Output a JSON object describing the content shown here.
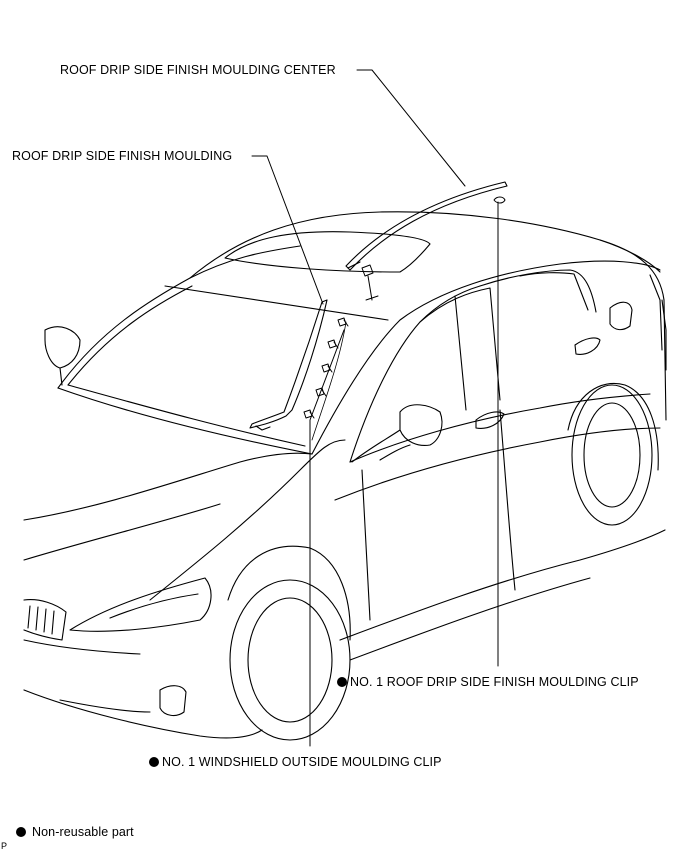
{
  "callouts": {
    "roof_center": "ROOF DRIP SIDE FINISH MOULDING CENTER",
    "roof_moulding": "ROOF DRIP SIDE FINISH MOULDING",
    "roof_clip": "NO. 1 ROOF DRIP SIDE FINISH MOULDING CLIP",
    "windshield_clip": "NO. 1 WINDSHIELD OUTSIDE MOULDING CLIP"
  },
  "legend": {
    "symbol": "filled-circle",
    "text": "Non-reusable part"
  },
  "figure_code": "P",
  "colors": {
    "line": "#000000",
    "background": "#ffffff"
  }
}
